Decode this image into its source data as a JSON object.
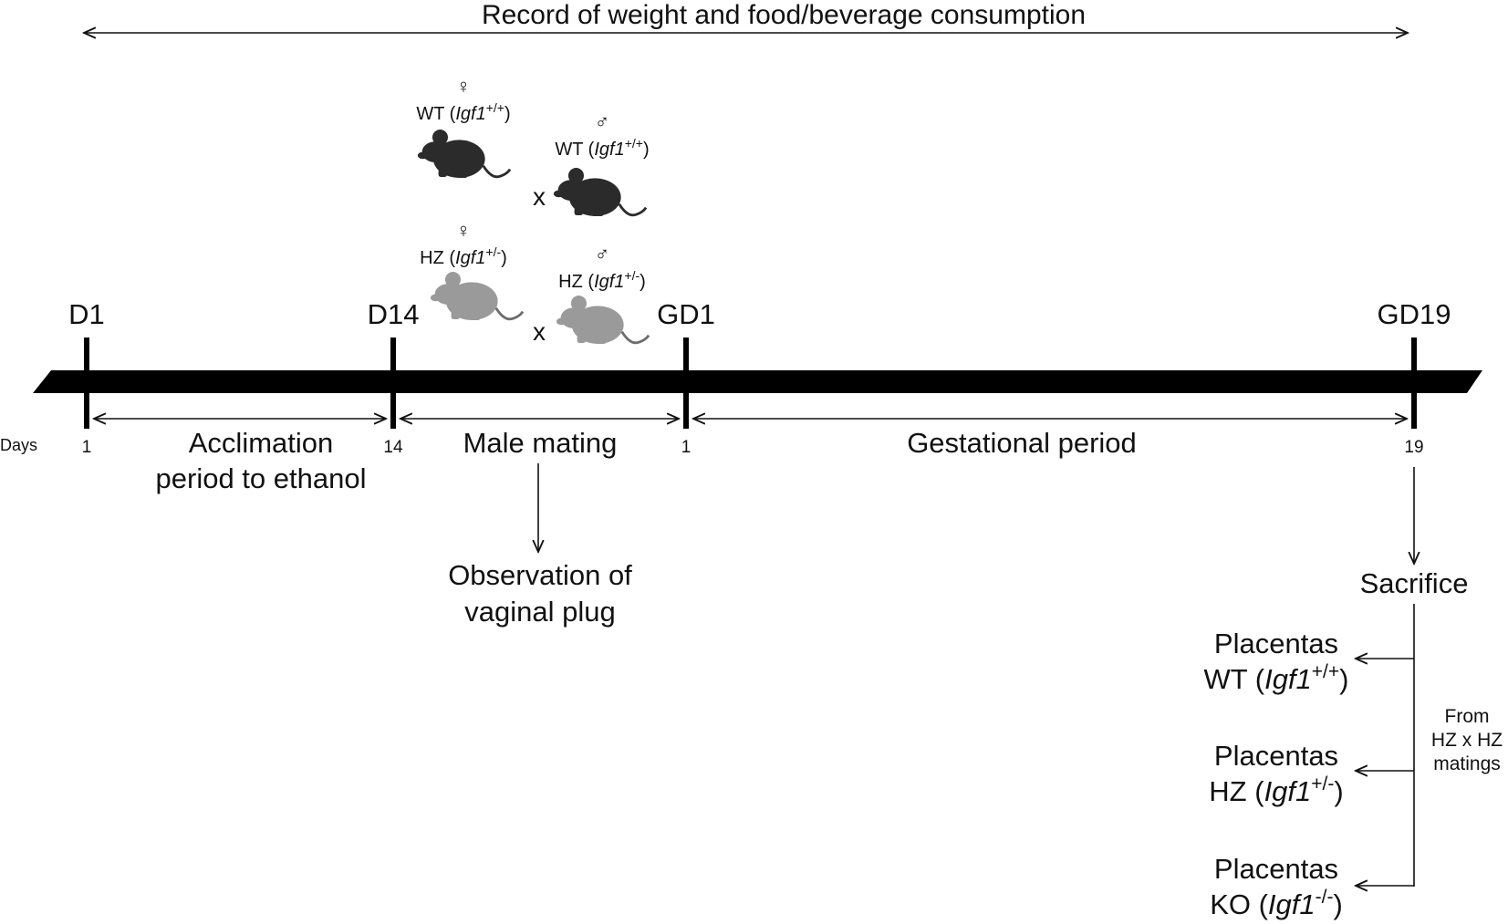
{
  "header": {
    "record_label": "Record of weight and food/beverage consumption"
  },
  "timeline": {
    "days_label": "Days",
    "milestones": [
      {
        "id": "d1",
        "label": "D1",
        "day": "1"
      },
      {
        "id": "d14",
        "label": "D14",
        "day": "14"
      },
      {
        "id": "gd1",
        "label": "GD1",
        "day": "1"
      },
      {
        "id": "gd19",
        "label": "GD19",
        "day": "19"
      }
    ],
    "periods": {
      "acclimation_line1": "Acclimation",
      "acclimation_line2": "period to ethanol",
      "male_mating": "Male mating",
      "gestational": "Gestational period"
    }
  },
  "mating": {
    "female_symbol": "♀",
    "male_symbol": "♂",
    "cross": "x",
    "wt_prefix": "WT (",
    "hz_prefix": "HZ (",
    "gene": "Igf1",
    "wt_genotype": "+/+",
    "hz_genotype": "+/-",
    "close": ")",
    "colors": {
      "wt_mouse": "#2b2b2b",
      "hz_mouse": "#9a9a9a"
    }
  },
  "observation": {
    "line1": "Observation of",
    "line2": "vaginal plug"
  },
  "sacrifice": {
    "label": "Sacrifice",
    "note_line1": "From",
    "note_line2": "HZ x HZ",
    "note_line3": "matings",
    "placentas": [
      {
        "title": "Placentas",
        "prefix": "WT (",
        "gene": "Igf1",
        "genotype": "+/+",
        "close": ")"
      },
      {
        "title": "Placentas",
        "prefix": "HZ (",
        "gene": "Igf1",
        "genotype": "+/-",
        "close": ")"
      },
      {
        "title": "Placentas",
        "prefix": "KO (",
        "gene": "Igf1",
        "genotype": "-/-",
        "close": ")"
      }
    ]
  }
}
